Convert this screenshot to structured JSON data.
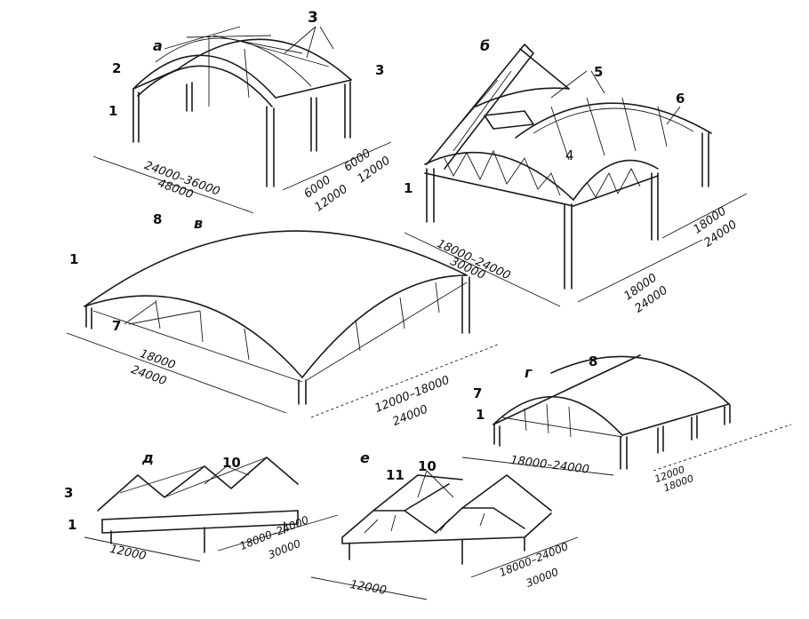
{
  "sections": {
    "a": "а",
    "b": "б",
    "v": "в",
    "g": "г",
    "d": "д",
    "e": "е"
  },
  "markers": {
    "m1": "1",
    "m2": "2",
    "m3": "3",
    "m4": "4",
    "m5": "5",
    "m6": "6",
    "m7": "7",
    "m8": "8",
    "m10": "10",
    "m11": "11"
  },
  "dimensions": {
    "a_span": "24000–36000",
    "a_total": "48000",
    "a_step1": "6000",
    "a_step1b": "12000",
    "a_step2": "6000",
    "a_step2b": "12000",
    "b_span": "18000–24000",
    "b_total": "30000",
    "b_side": "18000",
    "b_side_total": "24000",
    "b_side2": "18000",
    "b_side2_total": "24000",
    "v_span": "18000",
    "v_total": "24000",
    "v_side": "12000–18000",
    "v_side_total": "24000",
    "g_span": "18000–24000",
    "g_step": "12000",
    "g_step_total": "18000",
    "d_span": "12000",
    "d_side": "18000–24000",
    "d_side_total": "30000",
    "e_span": "12000",
    "e_side": "18000–24000",
    "e_side_total": "30000"
  }
}
